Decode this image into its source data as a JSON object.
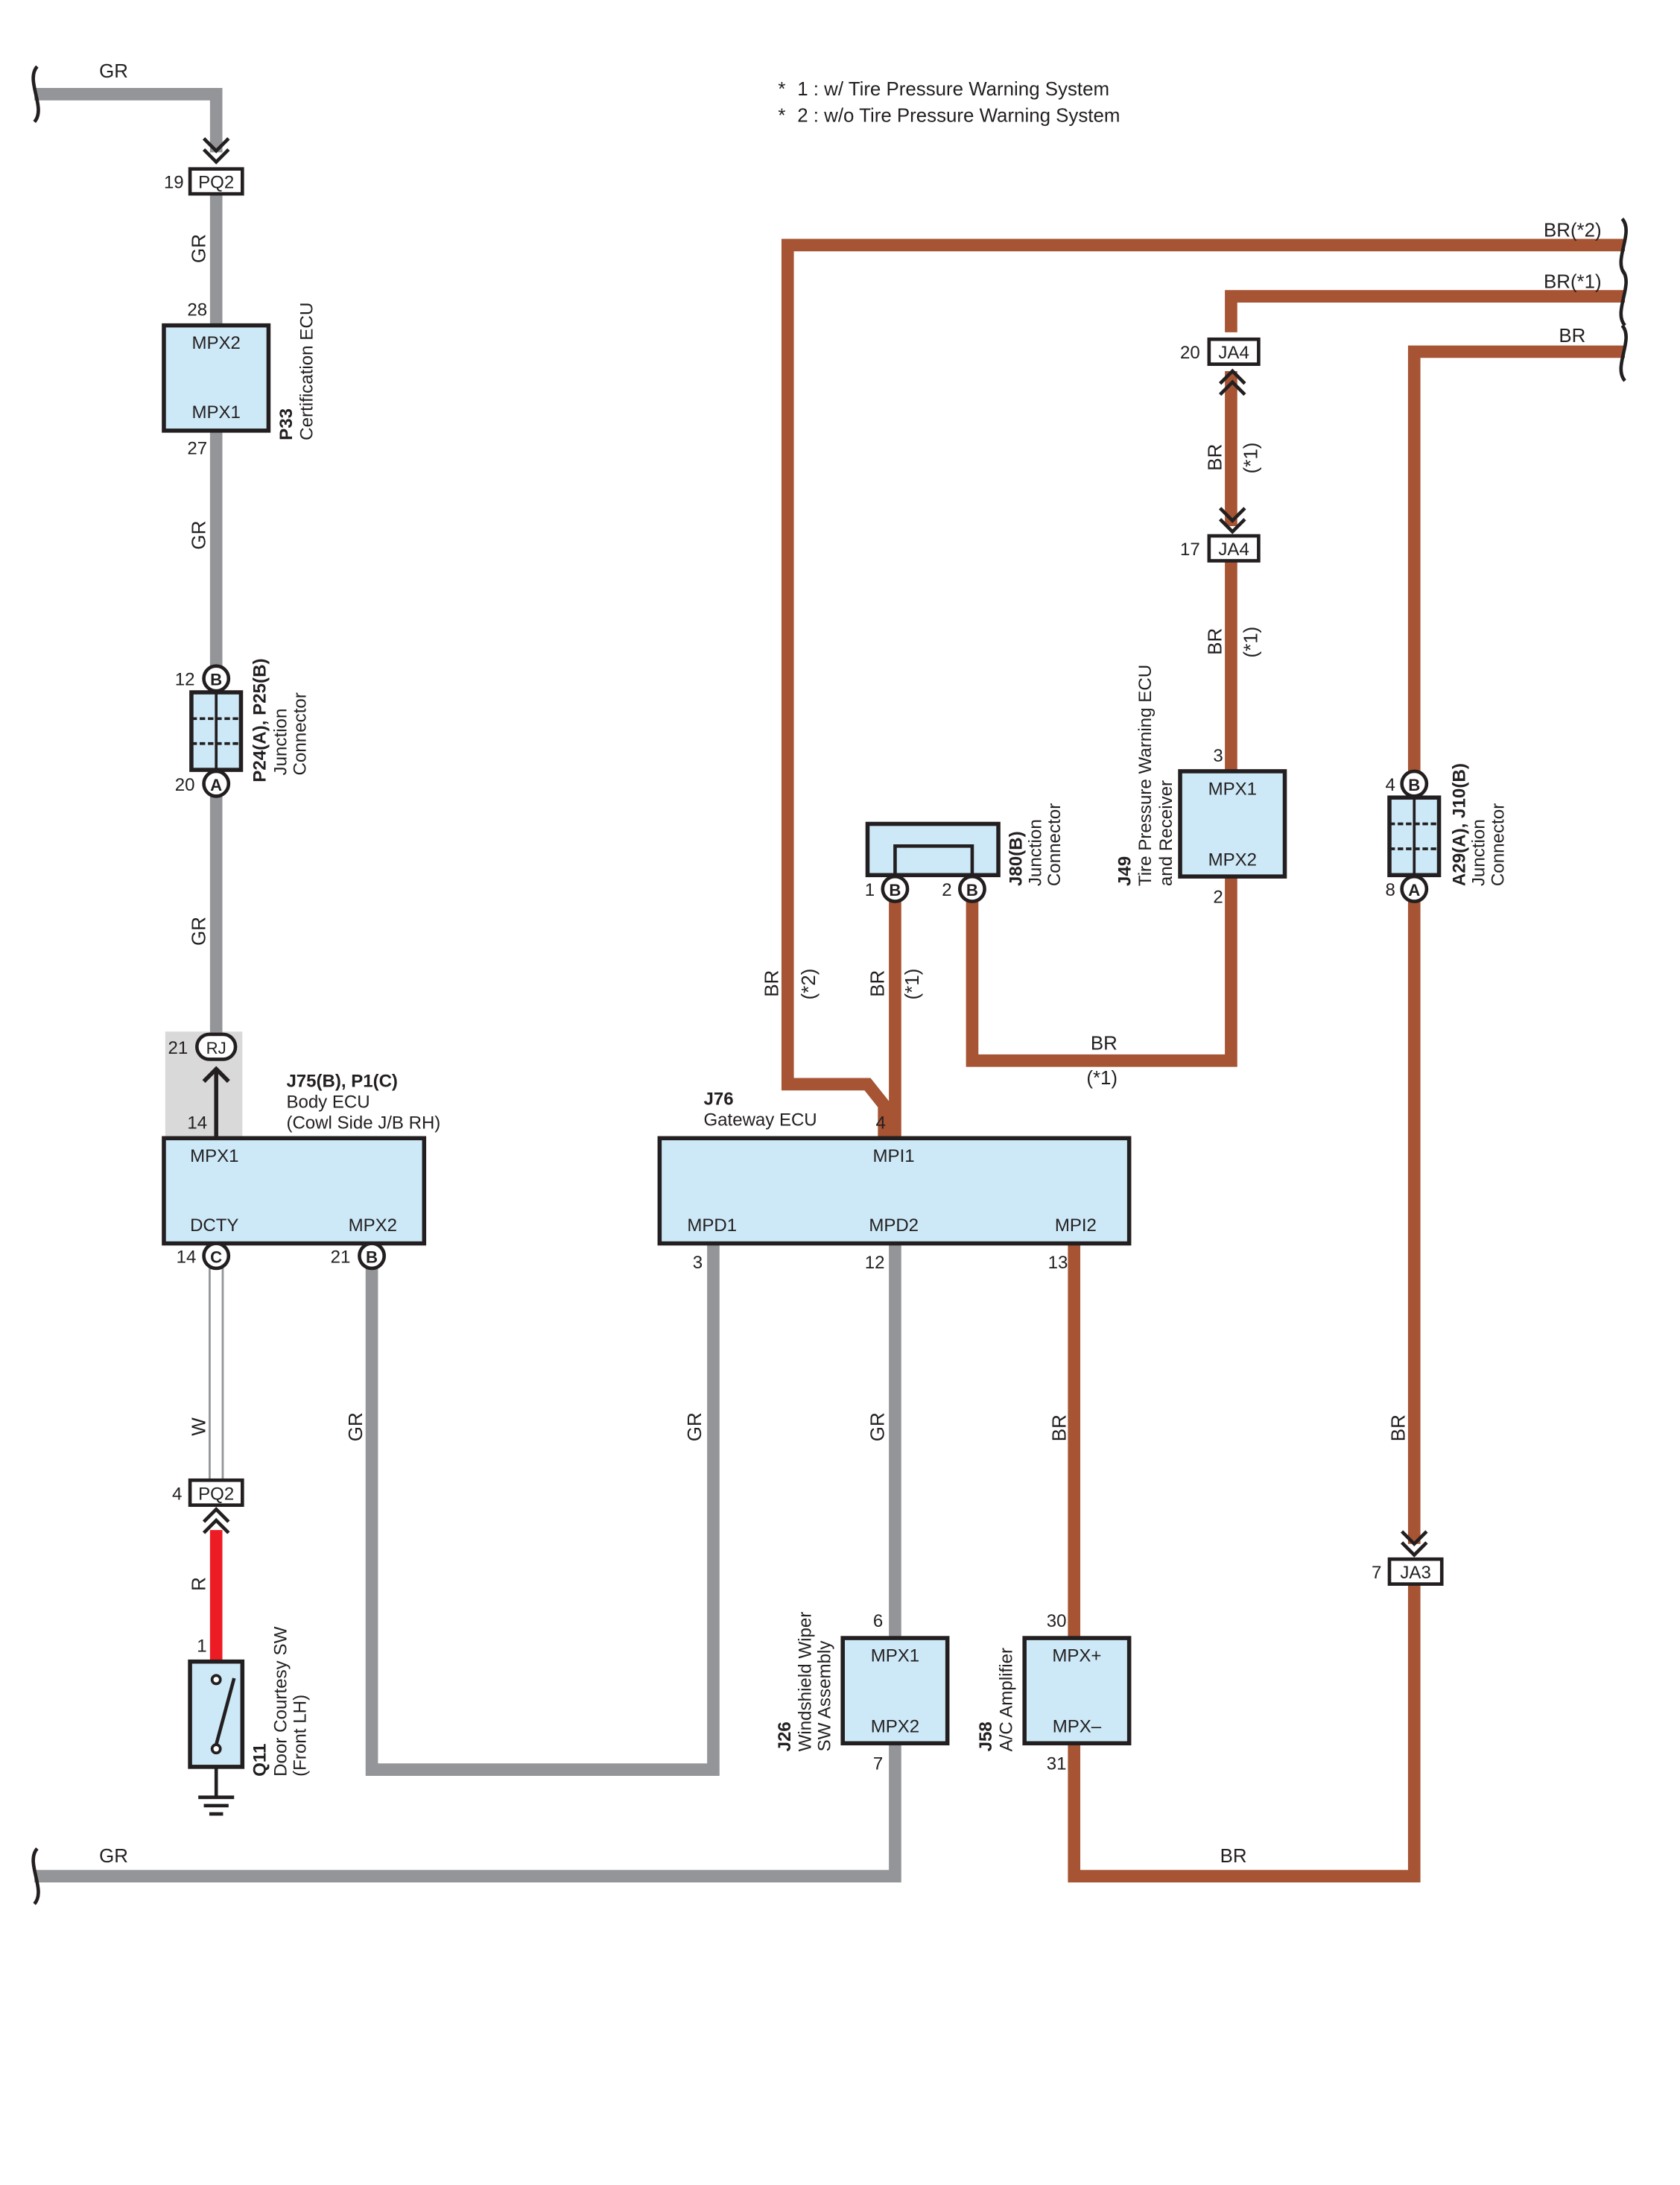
{
  "notes": [
    {
      "mark": "*",
      "text": "1 : w/ Tire Pressure Warning System"
    },
    {
      "mark": "*",
      "text": "2 : w/o Tire Pressure Warning System"
    }
  ],
  "colors": {
    "GR": "#939598",
    "BR": "#a65433",
    "R": "#ed1c24",
    "W": "#ffffff",
    "component_fill": "#cde9f7",
    "shade": "#d9d9d9"
  },
  "wire_labels": {
    "gr_top": "GR",
    "gr_pq2_28": "GR",
    "gr_27_p24": "GR",
    "gr_p24_rj": "GR",
    "w": "W",
    "r": "R",
    "gr_mpx2": "GR",
    "gr_mpd1": "GR",
    "gr_mpd2": "GR",
    "gr_bottom": "GR",
    "br_mpi2": "BR",
    "br_a29": "BR",
    "br_bottom": "BR",
    "br_top2": "BR(*2)",
    "br_top1": "BR(*1)",
    "br_top3": "BR",
    "br_j76_4": "BR",
    "br_j76_4_note": "(*2)",
    "br_j80_1": "BR",
    "br_j80_1_note": "(*1)",
    "br_ja4_a": "BR",
    "br_ja4_a_note": "(*1)",
    "br_ja4_b": "BR",
    "br_ja4_b_note": "(*1)",
    "br_j80_j49": "BR",
    "br_j80_j49_note": "(*1)"
  },
  "connectors": {
    "pq2_top": {
      "name": "PQ2",
      "pin": "19"
    },
    "pq2_bottom": {
      "name": "PQ2",
      "pin": "4"
    },
    "ja4_upper": {
      "name": "JA4",
      "pin": "20"
    },
    "ja4_lower": {
      "name": "JA4",
      "pin": "17"
    },
    "ja3": {
      "name": "JA3",
      "pin": "7"
    },
    "rj": {
      "name": "RJ",
      "pin": "21"
    }
  },
  "components": {
    "p33": {
      "id": "P33",
      "name": "Certification ECU",
      "t1": "MPX2",
      "t2": "MPX1",
      "pin1": "28",
      "pin2": "27"
    },
    "p24": {
      "id": "P24(A), P25(B)",
      "name1": "Junction",
      "name2": "Connector",
      "pinB": "12",
      "termB": "B",
      "pinA": "20",
      "termA": "A"
    },
    "j75": {
      "id": "J75(B), P1(C)",
      "name1": "Body ECU",
      "name2": "(Cowl Side J/B RH)",
      "t_mpx1": "MPX1",
      "t_dcty": "DCTY",
      "t_mpx2": "MPX2",
      "pin_mpx1": "14",
      "pin_dcty": "14",
      "term_dcty": "C",
      "pin_mpx2": "21",
      "term_mpx2": "B"
    },
    "q11": {
      "id": "Q11",
      "name1": "Door Courtesy SW",
      "name2": "(Front LH)",
      "pin": "1"
    },
    "j76": {
      "id": "J76",
      "name": "Gateway ECU",
      "t_mpi1": "MPI1",
      "t_mpd1": "MPD1",
      "t_mpd2": "MPD2",
      "t_mpi2": "MPI2",
      "pin_mpi1": "4",
      "pin_mpd1": "3",
      "pin_mpd2": "12",
      "pin_mpi2": "13"
    },
    "j80": {
      "id": "J80(B)",
      "name1": "Junction",
      "name2": "Connector",
      "pin1": "1",
      "term1": "B",
      "pin2": "2",
      "term2": "B"
    },
    "j49": {
      "id": "J49",
      "name1": "Tire Pressure Warning ECU",
      "name2": "and Receiver",
      "t1": "MPX1",
      "t2": "MPX2",
      "pin1": "3",
      "pin2": "2"
    },
    "a29": {
      "id": "A29(A), J10(B)",
      "name1": "Junction",
      "name2": "Connector",
      "pinB": "4",
      "termB": "B",
      "pinA": "8",
      "termA": "A"
    },
    "j26": {
      "id": "J26",
      "name1": "Windshield Wiper",
      "name2": "SW Assembly",
      "t1": "MPX1",
      "t2": "MPX2",
      "pin1": "6",
      "pin2": "7"
    },
    "j58": {
      "id": "J58",
      "name": "A/C Amplifier",
      "t1": "MPX+",
      "t2": "MPX–",
      "pin1": "30",
      "pin2": "31"
    }
  }
}
